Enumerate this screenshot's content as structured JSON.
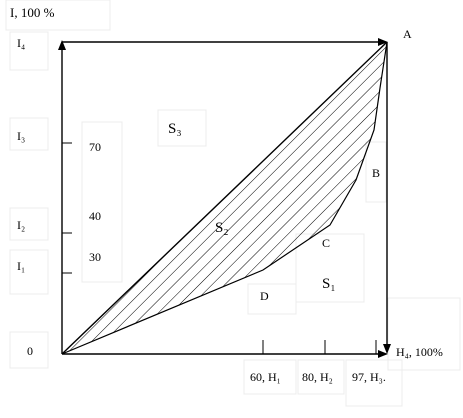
{
  "title": "I, 100 %",
  "axis_y_labels": {
    "i4": "I₄",
    "i3": "I₃",
    "i2": "I₂",
    "i1": "I₁",
    "zero": "0"
  },
  "y_values": {
    "v70": "70",
    "v40": "40",
    "v30": "30"
  },
  "x_labels": {
    "h1": "60, H₁",
    "h2": "80, H₂",
    "h3": "97, H₃.",
    "h4": "H₄, 100%"
  },
  "points": {
    "a": "A",
    "b": "B",
    "c": "C",
    "d": "D"
  },
  "areas": {
    "s1": "S₁",
    "s2": "S₂",
    "s3": "S₃"
  }
}
